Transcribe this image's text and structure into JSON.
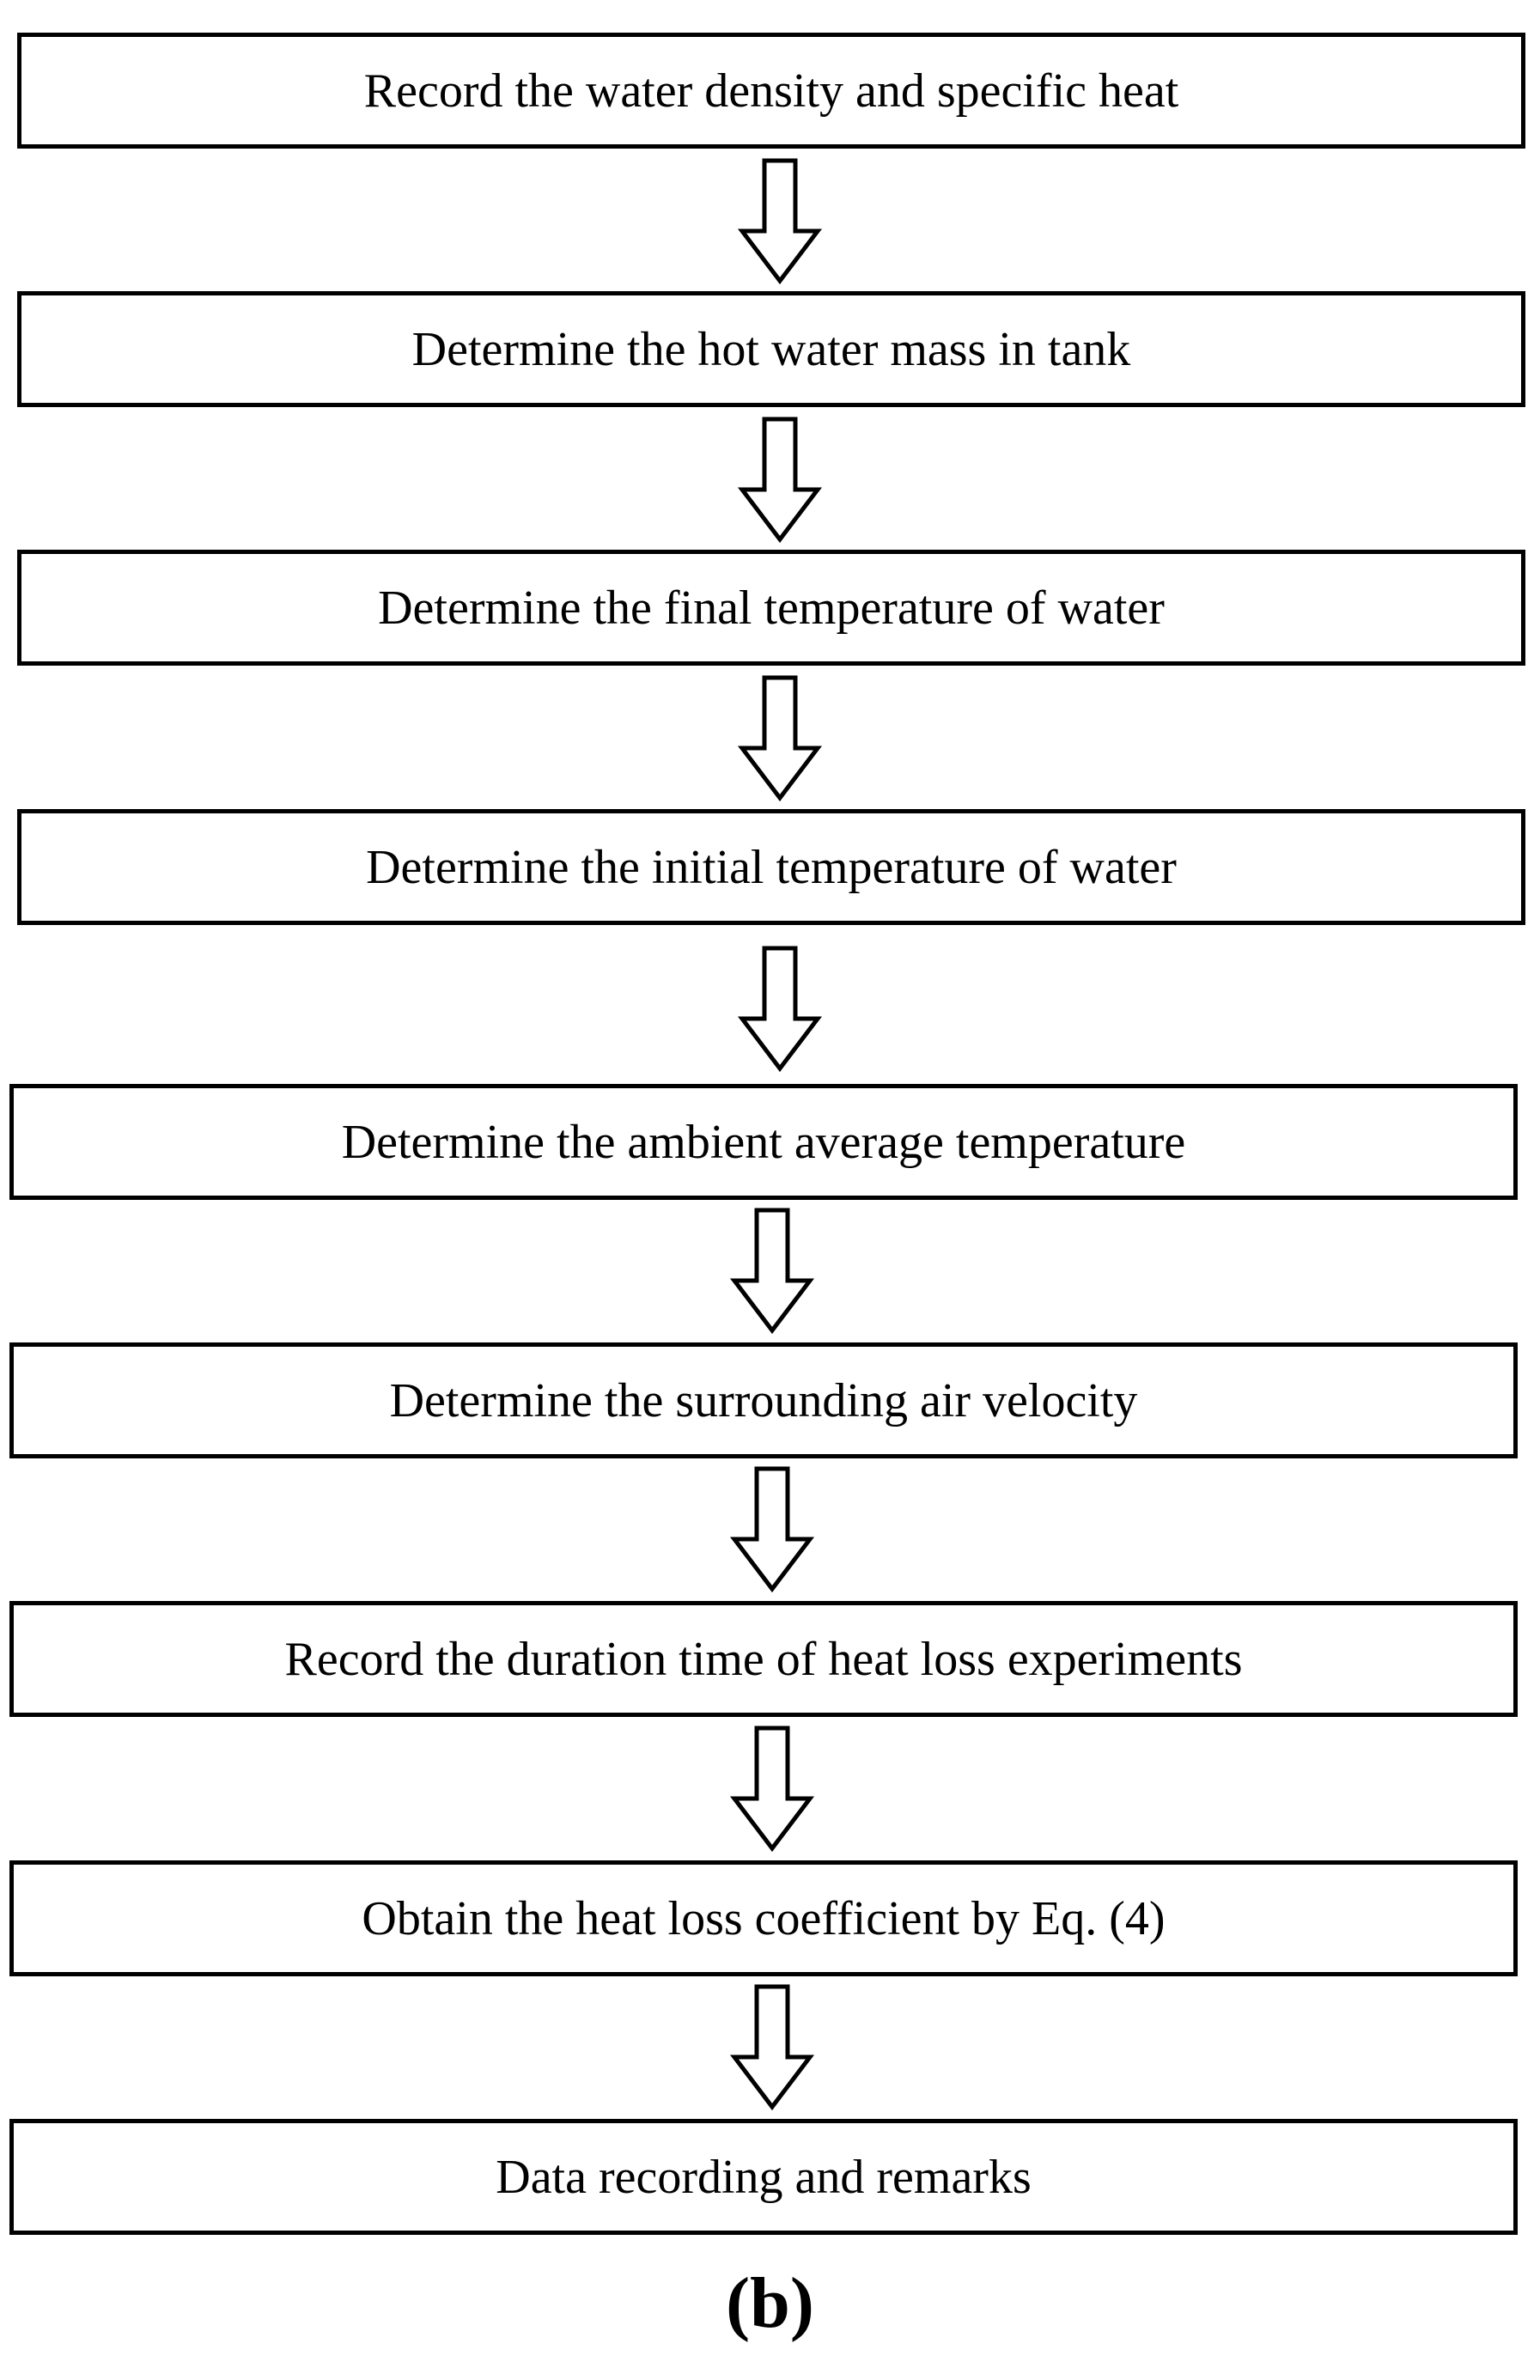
{
  "flowchart": {
    "steps": [
      "Record the water density and specific heat",
      "Determine the hot water mass in tank",
      "Determine the final temperature of water",
      "Determine the initial temperature of water",
      "Determine the ambient average temperature",
      "Determine the surrounding air velocity",
      "Record the duration time of heat loss experiments",
      "Obtain the heat loss coefficient by Eq. (4)",
      "Data recording and remarks"
    ],
    "connector_icon": "hollow-down-arrow",
    "panel_label": "(b)"
  },
  "colors": {
    "stroke": "#000000",
    "background": "#ffffff"
  }
}
